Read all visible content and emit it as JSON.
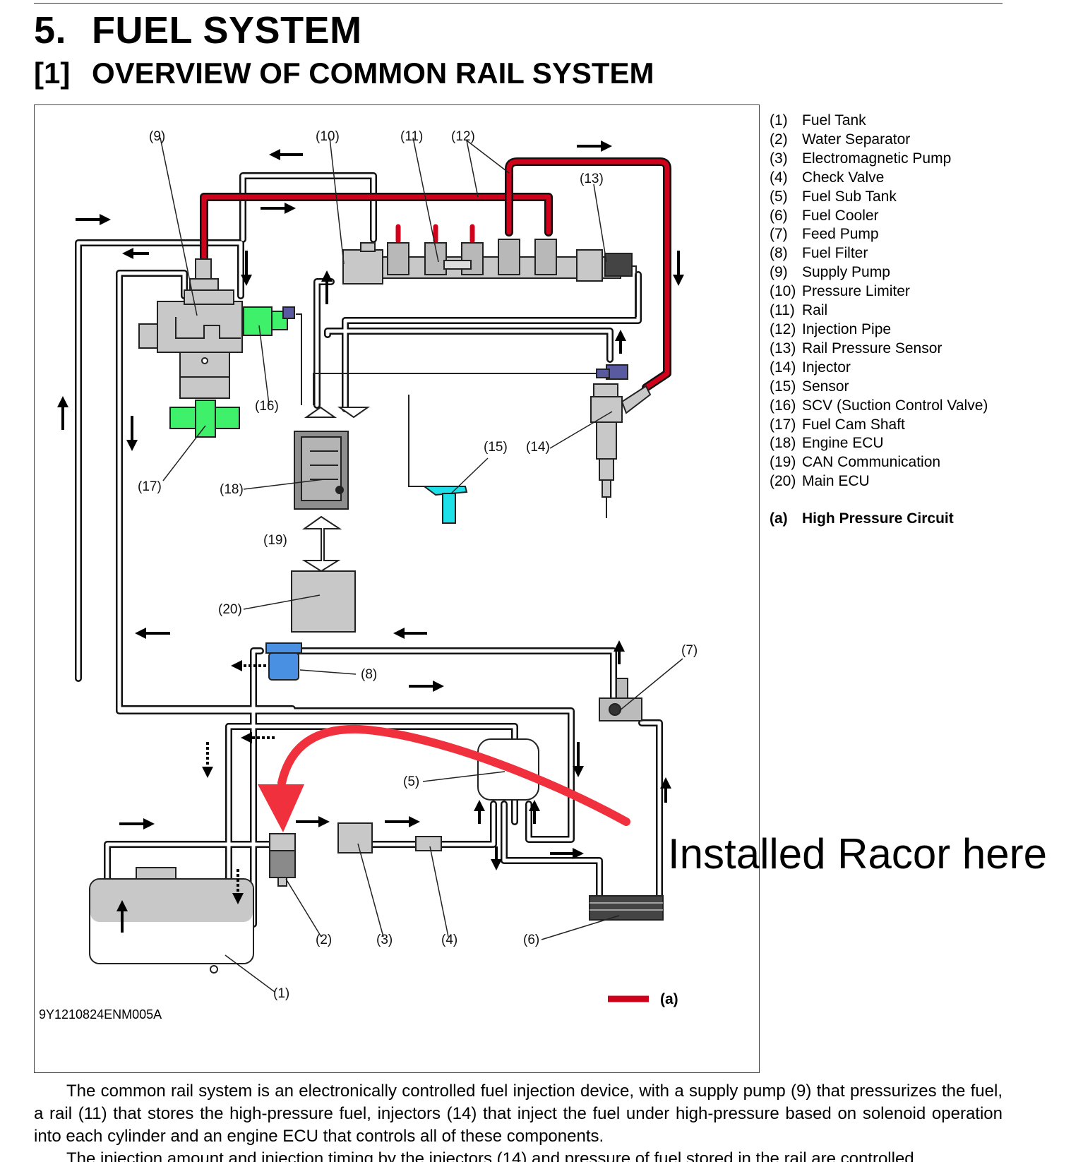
{
  "header": {
    "section_number": "5.",
    "section_title": "FUEL SYSTEM",
    "subsection_number": "[1]",
    "subsection_title": "OVERVIEW OF COMMON RAIL SYSTEM"
  },
  "diagram": {
    "code": "9Y1210824ENM005A",
    "annotation": "Installed Racor here",
    "high_pressure_key": "(a)",
    "callouts": {
      "c1": "(1)",
      "c2": "(2)",
      "c3": "(3)",
      "c4": "(4)",
      "c5": "(5)",
      "c6": "(6)",
      "c7": "(7)",
      "c8": "(8)",
      "c9": "(9)",
      "c10": "(10)",
      "c11": "(11)",
      "c12": "(12)",
      "c13": "(13)",
      "c14": "(14)",
      "c15": "(15)",
      "c16": "(16)",
      "c17": "(17)",
      "c18": "(18)",
      "c19": "(19)",
      "c20": "(20)"
    },
    "colors": {
      "high_pressure": "#d0021b",
      "scv_green": "#3ef06a",
      "filter_blue": "#4a90e2",
      "sensor_cyan": "#1ee0e8",
      "connector_purple": "#5a5aa0",
      "annotation_red": "#f0303c",
      "component_gray": "#c8c8c8"
    }
  },
  "legend": {
    "items": [
      {
        "key": "(1)",
        "label": "Fuel Tank"
      },
      {
        "key": "(2)",
        "label": "Water Separator"
      },
      {
        "key": "(3)",
        "label": "Electromagnetic Pump"
      },
      {
        "key": "(4)",
        "label": "Check Valve"
      },
      {
        "key": "(5)",
        "label": "Fuel Sub Tank"
      },
      {
        "key": "(6)",
        "label": "Fuel Cooler"
      },
      {
        "key": "(7)",
        "label": "Feed Pump"
      },
      {
        "key": "(8)",
        "label": "Fuel Filter"
      },
      {
        "key": "(9)",
        "label": "Supply Pump"
      },
      {
        "key": "(10)",
        "label": "Pressure Limiter"
      },
      {
        "key": "(11)",
        "label": "Rail"
      },
      {
        "key": "(12)",
        "label": "Injection Pipe"
      },
      {
        "key": "(13)",
        "label": "Rail Pressure Sensor"
      },
      {
        "key": "(14)",
        "label": "Injector"
      },
      {
        "key": "(15)",
        "label": "Sensor"
      },
      {
        "key": "(16)",
        "label": "SCV (Suction Control Valve)"
      },
      {
        "key": "(17)",
        "label": "Fuel Cam Shaft"
      },
      {
        "key": "(18)",
        "label": "Engine ECU"
      },
      {
        "key": "(19)",
        "label": "CAN Communication"
      },
      {
        "key": "(20)",
        "label": "Main ECU"
      }
    ],
    "extra": {
      "key": "(a)",
      "label": "High Pressure Circuit"
    }
  },
  "body": {
    "paragraph1": "The common rail system is an electronically controlled fuel injection device, with a supply pump (9) that pressurizes the fuel, a rail (11) that stores the high-pressure fuel, injectors (14) that inject the fuel under high-pressure based on solenoid operation into each cylinder and an engine ECU that controls all of these components.",
    "paragraph2": "The injection amount and injection timing by the injectors (14) and pressure of fuel stored in the rail are controlled"
  }
}
